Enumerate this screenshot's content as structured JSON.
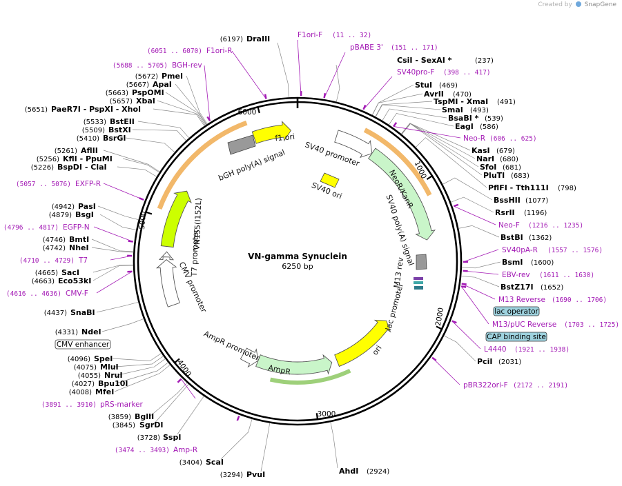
{
  "app": {
    "credit_prefix": "Created by",
    "credit_brand": "SnapGene"
  },
  "plasmid": {
    "name": "VN-gamma Synuclein",
    "length_label": "6250 bp",
    "length": 6250
  },
  "colors": {
    "backbone": "#000000",
    "primer": "#a31ab5",
    "leader": "#888888",
    "yellow_feature": "#ffff00",
    "green_feature": "#c9f5c9",
    "lime_feature": "#ccff00",
    "gray_feature": "#999999",
    "orange_halo": "#f2b86a",
    "green_halo": "#9ed07a",
    "box_fill_teal": "#9ed2de",
    "box_fill_white": "#ffffff"
  },
  "ticks": [
    {
      "bp": 1000,
      "label": "1000"
    },
    {
      "bp": 2000,
      "label": "2000"
    },
    {
      "bp": 3000,
      "label": "3000"
    },
    {
      "bp": 4000,
      "label": "4000"
    },
    {
      "bp": 5000,
      "label": "5000"
    },
    {
      "bp": 6000,
      "label": "6000"
    }
  ],
  "enzymes": [
    {
      "pos": "(6197)",
      "name": "DraIII"
    },
    {
      "pos": "(237)",
      "name": "CsiI  - SexAI *"
    },
    {
      "pos": "(469)",
      "name": "StuI"
    },
    {
      "pos": "(470)",
      "name": "AvrII"
    },
    {
      "pos": "(491)",
      "name": "TspMI  - XmaI"
    },
    {
      "pos": "(493)",
      "name": "SmaI"
    },
    {
      "pos": "(539)",
      "name": "BsaBI *"
    },
    {
      "pos": "(586)",
      "name": "EagI"
    },
    {
      "pos": "(679)",
      "name": "KasI"
    },
    {
      "pos": "(680)",
      "name": "NarI"
    },
    {
      "pos": "(681)",
      "name": "SfoI"
    },
    {
      "pos": "(683)",
      "name": "PluTI"
    },
    {
      "pos": "(798)",
      "name": "PflFI  - Tth111I"
    },
    {
      "pos": "(1077)",
      "name": "BssHII"
    },
    {
      "pos": "(1196)",
      "name": "RsrII"
    },
    {
      "pos": "(1362)",
      "name": "BstBI"
    },
    {
      "pos": "(1600)",
      "name": "BsmI"
    },
    {
      "pos": "(1652)",
      "name": "BstZ17I"
    },
    {
      "pos": "(2031)",
      "name": "PciI"
    },
    {
      "pos": "(2924)",
      "name": "AhdI"
    },
    {
      "pos": "(3294)",
      "name": "PvuI"
    },
    {
      "pos": "(3404)",
      "name": "ScaI"
    },
    {
      "pos": "(3728)",
      "name": "SspI"
    },
    {
      "pos": "(3845)",
      "name": "SgrDI"
    },
    {
      "pos": "(3859)",
      "name": "BglII"
    },
    {
      "pos": "(4008)",
      "name": "MfeI"
    },
    {
      "pos": "(4027)",
      "name": "Bpu10I"
    },
    {
      "pos": "(4055)",
      "name": "NruI"
    },
    {
      "pos": "(4075)",
      "name": "MluI"
    },
    {
      "pos": "(4096)",
      "name": "SpeI"
    },
    {
      "pos": "(4331)",
      "name": "NdeI"
    },
    {
      "pos": "(4437)",
      "name": "SnaBI"
    },
    {
      "pos": "(4663)",
      "name": "Eco53kI"
    },
    {
      "pos": "(4665)",
      "name": "SacI"
    },
    {
      "pos": "(4742)",
      "name": "NheI"
    },
    {
      "pos": "(4746)",
      "name": "BmtI"
    },
    {
      "pos": "(4879)",
      "name": "BsgI"
    },
    {
      "pos": "(4942)",
      "name": "PasI"
    },
    {
      "pos": "(5226)",
      "name": "BspDI  - ClaI"
    },
    {
      "pos": "(5256)",
      "name": "KflI  - PpuMI"
    },
    {
      "pos": "(5261)",
      "name": "AflII"
    },
    {
      "pos": "(5410)",
      "name": "BsrGI"
    },
    {
      "pos": "(5509)",
      "name": "BstXI"
    },
    {
      "pos": "(5533)",
      "name": "BstEII"
    },
    {
      "pos": "(5651)",
      "name": "PaeR7I  - PspXI  - XhoI"
    },
    {
      "pos": "(5657)",
      "name": "XbaI"
    },
    {
      "pos": "(5663)",
      "name": "PspOMI"
    },
    {
      "pos": "(5667)",
      "name": "ApaI"
    },
    {
      "pos": "(5672)",
      "name": "PmeI"
    }
  ],
  "primers": [
    {
      "name": "F1ori-F",
      "range": "(11 .. 32)"
    },
    {
      "name": "pBABE 3'",
      "range": "(151 .. 171)"
    },
    {
      "name": "SV40pro-F",
      "range": "(398 .. 417)"
    },
    {
      "name": "Neo-R",
      "range": "(606 .. 625)"
    },
    {
      "name": "Neo-F",
      "range": "(1216 .. 1235)"
    },
    {
      "name": "SV40pA-R",
      "range": "(1557 .. 1576)"
    },
    {
      "name": "EBV-rev",
      "range": "(1611 .. 1630)"
    },
    {
      "name": "M13 Reverse",
      "range": "(1690 .. 1706)"
    },
    {
      "name": "M13/pUC Reverse",
      "range": "(1703 .. 1725)"
    },
    {
      "name": "L4440",
      "range": "(1921 .. 1938)"
    },
    {
      "name": "pBR322ori-F",
      "range": "(2172 .. 2191)"
    },
    {
      "name": "Amp-R",
      "range": "(3474 .. 3493)"
    },
    {
      "name": "pRS-marker",
      "range": "(3891 .. 3910)"
    },
    {
      "name": "CMV-F",
      "range": "(4616 .. 4636)"
    },
    {
      "name": "T7",
      "range": "(4710 .. 4729)"
    },
    {
      "name": "EGFP-N",
      "range": "(4796 .. 4817)"
    },
    {
      "name": "EXFP-R",
      "range": "(5057 .. 5076)"
    },
    {
      "name": "BGH-rev",
      "range": "(5688 .. 5705)"
    },
    {
      "name": "F1ori-R",
      "range": "(6051 .. 6070)"
    }
  ],
  "boxed_features": [
    {
      "name": "lac operator",
      "style": "teal"
    },
    {
      "name": "CAP binding site",
      "style": "teal"
    },
    {
      "name": "CMV enhancer",
      "style": "white"
    }
  ],
  "features": [
    {
      "name": "f1 ori"
    },
    {
      "name": "SV40 promoter"
    },
    {
      "name": "bGH poly(A) signal"
    },
    {
      "name": "SV40 ori"
    },
    {
      "name": "NeoR/KanR"
    },
    {
      "name": "SV40 poly(A) signal"
    },
    {
      "name": "M13 rev"
    },
    {
      "name": "lac promoter"
    },
    {
      "name": "ori"
    },
    {
      "name": "AmpR promoter"
    },
    {
      "name": "AmpR"
    },
    {
      "name": "CMV promoter"
    },
    {
      "name": "T7 promoter"
    },
    {
      "name": "VN155(I152L)"
    }
  ]
}
